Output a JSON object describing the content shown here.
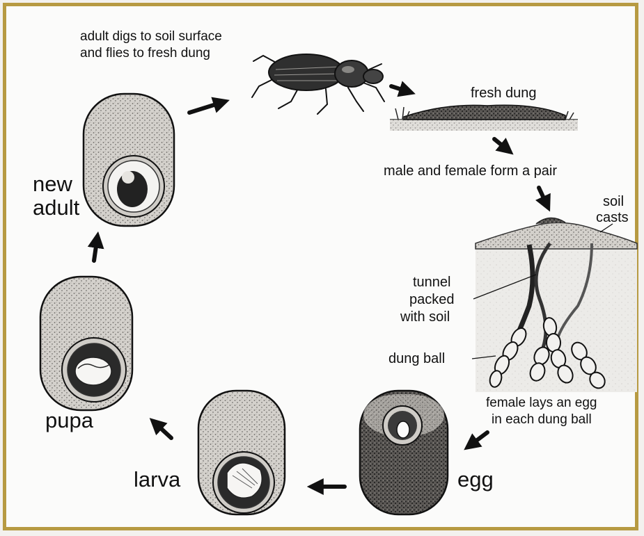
{
  "labels": {
    "adult_digs": "adult digs to soil surface",
    "flies": "and flies to fresh dung",
    "fresh_dung": "fresh dung",
    "pair": "male and female form a pair",
    "soil": "soil",
    "casts": "casts",
    "tunnel": "tunnel",
    "packed": "packed",
    "with_soil": "with soil",
    "dung_ball": "dung ball",
    "lays_egg": "female lays an egg",
    "each_ball": "in each dung ball",
    "egg": "egg",
    "larva": "larva",
    "pupa": "pupa",
    "new": "new",
    "adult": "adult"
  },
  "colors": {
    "frame": "#b79a42",
    "ink": "#111111",
    "brood_fill": "#d8d5d0",
    "dung_dark": "#2a2a2a"
  },
  "icons": [
    "beetle-icon",
    "brood-ball-icon",
    "arrow-icon",
    "soil-cross-section"
  ]
}
